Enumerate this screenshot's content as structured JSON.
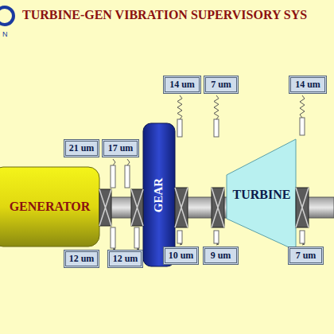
{
  "diagram": {
    "title": "TURBINE-GEN VIBRATION SUPERVISORY SYS",
    "nodes": [
      {
        "text": [
          "14 um"
        ]
      },
      {
        "text": [
          "7 um"
        ]
      },
      {
        "text": [
          "14 um"
        ]
      },
      {
        "text": [
          "21 um"
        ]
      },
      {
        "text": [
          "17 um"
        ]
      },
      {
        "text": [
          "GEAR"
        ]
      },
      {
        "text": [
          "TURBINE"
        ]
      },
      {
        "text": [
          "GENERATOR"
        ]
      },
      {
        "text": [
          "12 um"
        ]
      },
      {
        "text": [
          "12 um"
        ]
      },
      {
        "text": [
          "10 um"
        ]
      },
      {
        "text": [
          "9 um"
        ]
      },
      {
        "text": [
          "7 um"
        ]
      }
    ],
    "labels": [
      "N"
    ]
  }
}
